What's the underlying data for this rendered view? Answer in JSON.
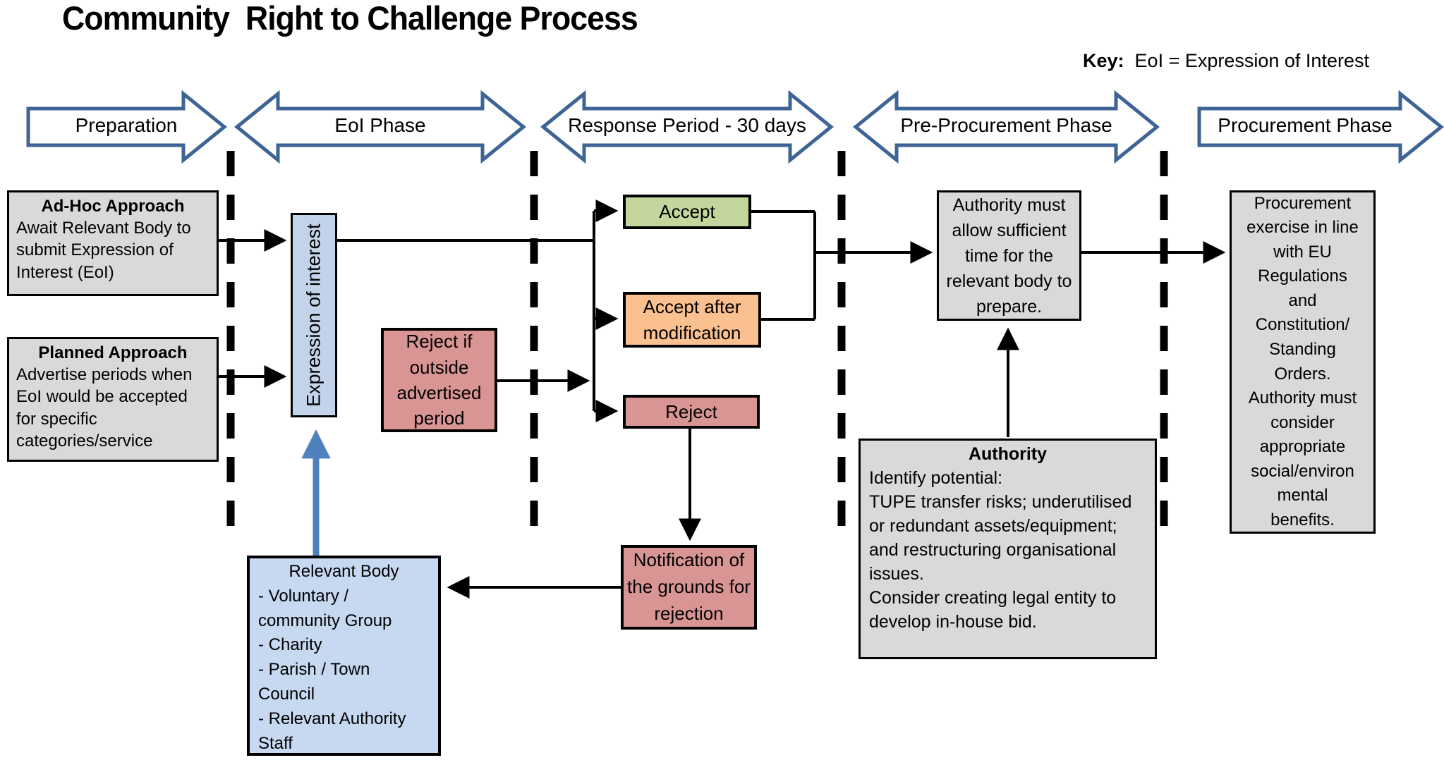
{
  "title": "Community  Right to Challenge Process",
  "key": {
    "label": "Key:",
    "text": "  EoI = Expression of Interest"
  },
  "phases": [
    {
      "id": "preparation",
      "label": "Preparation",
      "shape": "arrow-right"
    },
    {
      "id": "eoi-phase",
      "label": "EoI Phase",
      "shape": "arrow-double"
    },
    {
      "id": "response-period",
      "label": "Response Period - 30 days",
      "shape": "arrow-double"
    },
    {
      "id": "pre-procurement",
      "label": "Pre-Procurement Phase",
      "shape": "arrow-double"
    },
    {
      "id": "procurement",
      "label": "Procurement Phase",
      "shape": "arrow-right"
    }
  ],
  "boxes": {
    "ad_hoc": {
      "title": "Ad-Hoc Approach",
      "body": "Await Relevant Body to submit Expression of Interest (EoI)"
    },
    "planned": {
      "title": "Planned Approach",
      "body": "Advertise periods when EoI would be accepted for specific categories/service"
    },
    "eoi": {
      "label": "Expression of interest"
    },
    "reject_if": {
      "label": "Reject if outside advertised period"
    },
    "accept": {
      "label": "Accept"
    },
    "accept_mod": {
      "label": "Accept after modification"
    },
    "reject": {
      "label": "Reject"
    },
    "notification": {
      "label": "Notification of the grounds for rejection"
    },
    "relevant_body": {
      "title": "Relevant Body",
      "body": "- Voluntary /\ncommunity Group\n- Charity\n- Parish / Town\nCouncil\n- Relevant Authority\nStaff"
    },
    "authority_must": {
      "label": "Authority must allow sufficient time for the relevant body to prepare."
    },
    "authority": {
      "title": "Authority",
      "body": "Identify potential:\nTUPE transfer risks; underutilised or redundant assets/equipment; and  restructuring organisational issues.\nConsider creating legal entity to develop in-house bid."
    },
    "procurement_exercise": {
      "label": "Procurement\nexercise in line\nwith EU\nRegulations\nand\nConstitution/\nStanding\nOrders.\nAuthority must\nconsider\nappropriate\nsocial/environ\nmental\nbenefits."
    }
  },
  "colors": {
    "phase_arrow_outline": "#3D6494",
    "box_gray": "#D9D9D9",
    "box_green": "#C3D69B",
    "box_orange": "#FAC090",
    "box_red": "#D99594",
    "box_blue": "#C6D9F1",
    "flow_blue_arrow": "#4F81BD",
    "connector_black": "#000000"
  }
}
